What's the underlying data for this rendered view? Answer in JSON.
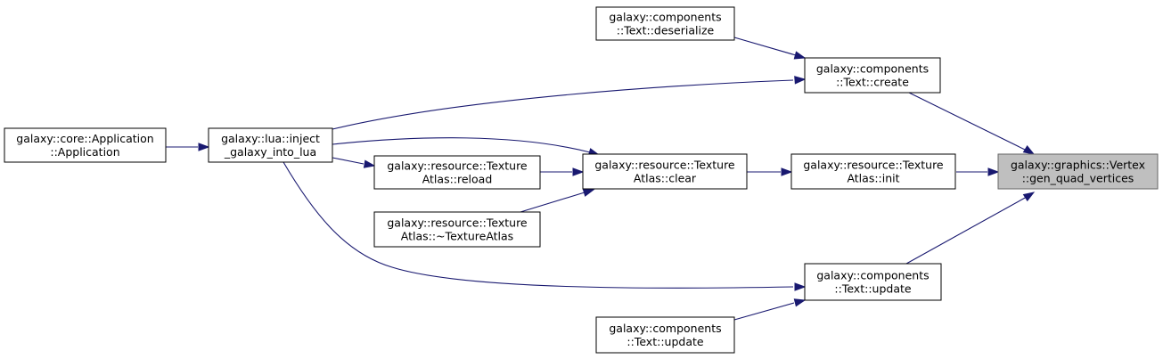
{
  "graph": {
    "edge_color": "#191970",
    "focus_fill": "#bfbfbf",
    "nodes": [
      {
        "id": "gen_quad_vertices",
        "line1": "galaxy::graphics::Vertex",
        "line2": "::gen_quad_vertices",
        "focus": true
      },
      {
        "id": "text_create",
        "line1": "galaxy::components",
        "line2": "::Text::create"
      },
      {
        "id": "text_deserialize",
        "line1": "galaxy::components",
        "line2": "::Text::deserialize"
      },
      {
        "id": "atlas_init",
        "line1": "galaxy::resource::Texture",
        "line2": "Atlas::init"
      },
      {
        "id": "atlas_clear",
        "line1": "galaxy::resource::Texture",
        "line2": "Atlas::clear"
      },
      {
        "id": "atlas_reload",
        "line1": "galaxy::resource::Texture",
        "line2": "Atlas::reload"
      },
      {
        "id": "atlas_dtor",
        "line1": "galaxy::resource::Texture",
        "line2": "Atlas::~TextureAtlas"
      },
      {
        "id": "inject_lua",
        "line1": "galaxy::lua::inject",
        "line2": "_galaxy_into_lua"
      },
      {
        "id": "app_ctor",
        "line1": "galaxy::core::Application",
        "line2": "::Application"
      },
      {
        "id": "text_update",
        "line1": "galaxy::components",
        "line2": "::Text::update"
      },
      {
        "id": "text_update_caller",
        "line1": "galaxy::components",
        "line2": "::Text::update"
      }
    ],
    "edges": [
      {
        "from": "text_create",
        "to": "gen_quad_vertices"
      },
      {
        "from": "atlas_init",
        "to": "gen_quad_vertices"
      },
      {
        "from": "text_update",
        "to": "gen_quad_vertices"
      },
      {
        "from": "text_deserialize",
        "to": "text_create"
      },
      {
        "from": "inject_lua",
        "to": "text_create"
      },
      {
        "from": "atlas_clear",
        "to": "atlas_init"
      },
      {
        "from": "inject_lua",
        "to": "atlas_clear"
      },
      {
        "from": "atlas_reload",
        "to": "atlas_clear"
      },
      {
        "from": "atlas_dtor",
        "to": "atlas_clear"
      },
      {
        "from": "inject_lua",
        "to": "atlas_reload"
      },
      {
        "from": "app_ctor",
        "to": "inject_lua"
      },
      {
        "from": "inject_lua",
        "to": "text_update"
      },
      {
        "from": "text_update_caller",
        "to": "text_update"
      }
    ]
  }
}
